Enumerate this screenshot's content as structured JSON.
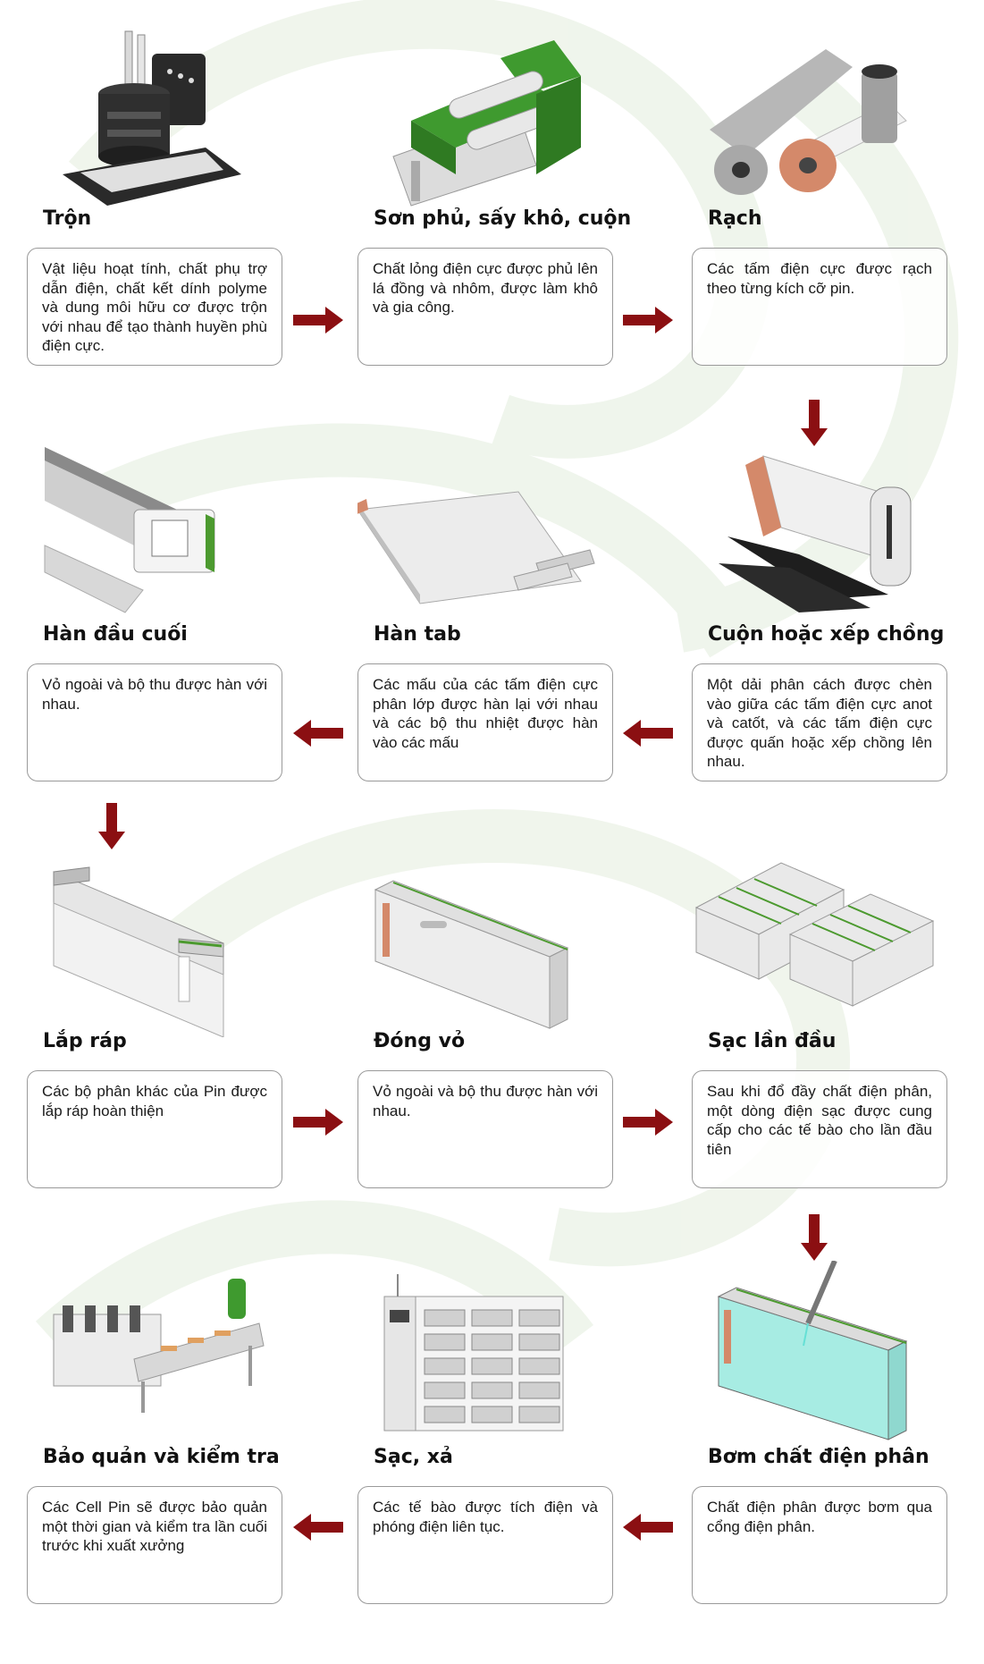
{
  "steps": [
    {
      "id": "tron",
      "title": "Trộn",
      "description": "Vật liệu hoạt tính, chất phụ trợ dẫn điện, chất kết dính polyme và dung môi hữu cơ được trộn với nhau để tạo thành huyền phù điện cực."
    },
    {
      "id": "son-phu",
      "title": "Sơn phủ, sấy khô, cuộn",
      "description": "Chất lỏng điện cực được phủ lên lá đồng và nhôm, được làm khô và gia công."
    },
    {
      "id": "rach",
      "title": "Rạch",
      "description": "Các tấm điện cực được rạch theo từng kích cỡ pin."
    },
    {
      "id": "cuon",
      "title": "Cuộn hoặc xếp chồng",
      "description": "Một dải phân cách được chèn vào giữa các tấm điện cực anot và catốt, và các tấm điện cực được quấn hoặc xếp chồng lên nhau."
    },
    {
      "id": "han-tab",
      "title": "Hàn tab",
      "description": "Các mấu của các tấm điện cực phân lớp được hàn lại với nhau và các bộ thu nhiệt được hàn vào các mấu"
    },
    {
      "id": "han-dau-cuoi",
      "title": "Hàn đầu cuối",
      "description": "Vỏ ngoài và bộ thu được hàn với nhau."
    },
    {
      "id": "lap-rap",
      "title": "Lắp ráp",
      "description": "Các bộ phân khác của Pin được lắp ráp hoàn thiện"
    },
    {
      "id": "dong-vo",
      "title": "Đóng vỏ",
      "description": "Vỏ ngoài và bộ thu được hàn với nhau."
    },
    {
      "id": "sac-lan-dau",
      "title": "Sạc lần đầu",
      "description": "Sau khi đổ đầy chất điện phân, một dòng điện sạc được cung cấp cho các tế bào cho lần đầu tiên"
    },
    {
      "id": "bom",
      "title": "Bơm chất điện phân",
      "description": "Chất điện phân được bơm qua cổng điện phân."
    },
    {
      "id": "sac-xa",
      "title": "Sạc, xả",
      "description": "Các tế bào được tích điện và phóng điện liên tục."
    },
    {
      "id": "bao-quan",
      "title": "Bảo quản và kiểm tra",
      "description": "Các Cell Pin sẽ được bảo quản một thời gian và kiểm tra lần cuối trước khi xuất xưởng"
    }
  ],
  "colors": {
    "arrow": "#8b0f12",
    "accent_green": "#4c9a2f",
    "copper": "#d4896a",
    "border": "#9a9a9a"
  }
}
